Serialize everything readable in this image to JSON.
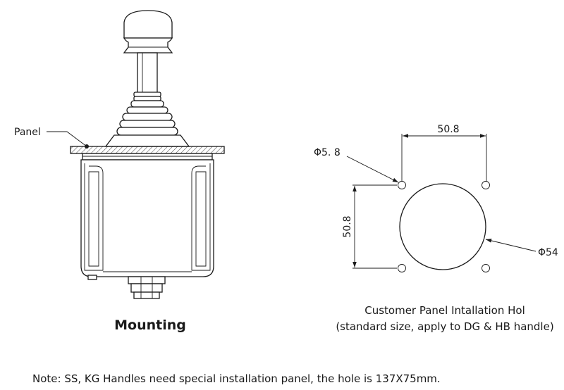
{
  "mounting": {
    "panel_label": "Panel",
    "title": "Mounting"
  },
  "installation": {
    "dim_horizontal": "50.8",
    "dim_vertical": "50.8",
    "small_hole_dia": "Φ5. 8",
    "center_hole_dia": "Φ54",
    "caption_line1": "Customer Panel Intallation Hol",
    "caption_line2": "(standard size, apply to DG & HB handle)"
  },
  "note": "Note: SS, KG Handles need special installation panel, the hole is 137X75mm."
}
